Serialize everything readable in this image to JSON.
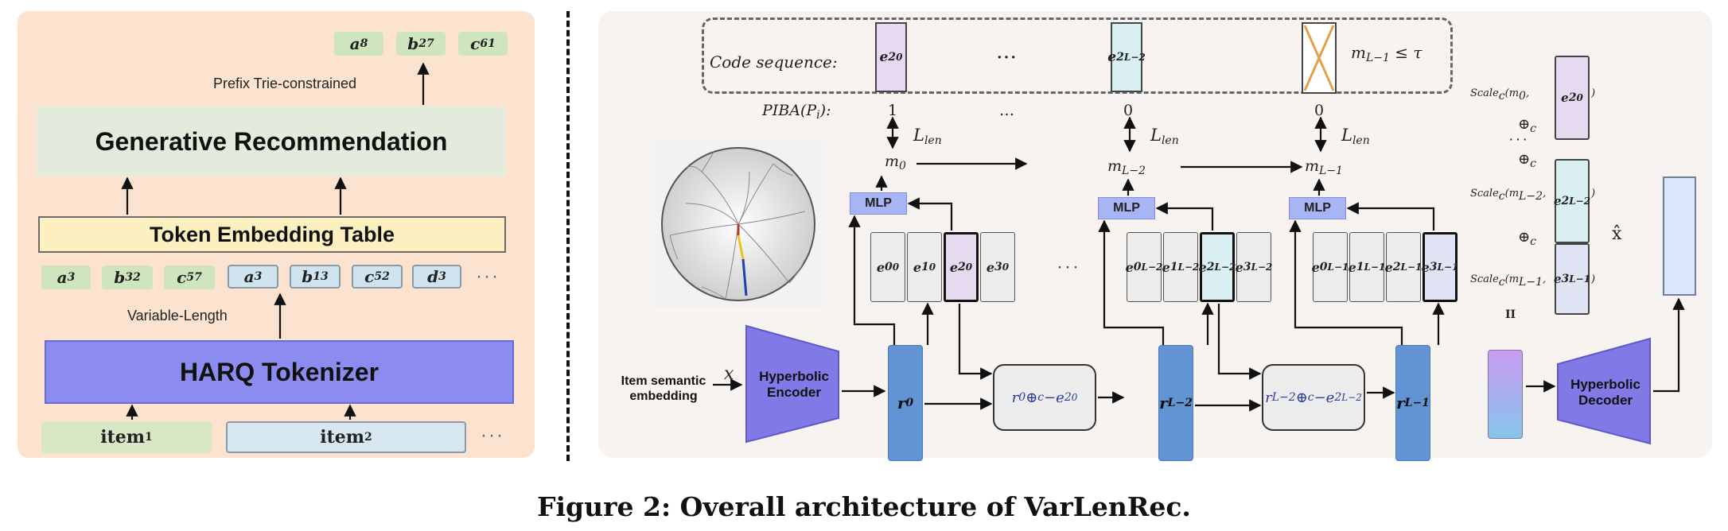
{
  "left": {
    "top_tokens": [
      {
        "base": "a",
        "sub": "8"
      },
      {
        "base": "b",
        "sub": "27"
      },
      {
        "base": "c",
        "sub": "61"
      }
    ],
    "prefix_label": "Prefix Trie-constrained",
    "generative_label": "Generative Recommendation",
    "embedding_label": "Token Embedding Table",
    "tokens_green": [
      {
        "base": "a",
        "sub": "3"
      },
      {
        "base": "b",
        "sub": "32"
      },
      {
        "base": "c",
        "sub": "57"
      }
    ],
    "tokens_blue": [
      {
        "base": "a",
        "sub": "3"
      },
      {
        "base": "b",
        "sub": "13"
      },
      {
        "base": "c",
        "sub": "52"
      },
      {
        "base": "d",
        "sub": "3"
      }
    ],
    "ellipsis": "···",
    "variable_label": "Variable-Length",
    "harq_label": "HARQ Tokenizer",
    "items": [
      {
        "base": "item",
        "sub": "1"
      },
      {
        "base": "item",
        "sub": "2"
      }
    ]
  },
  "right": {
    "code_sequence_label": "Code sequence:",
    "code_e_first": {
      "base": "e",
      "sub": "2",
      "sup": "0"
    },
    "code_e_mid": {
      "base": "e",
      "sub": "2",
      "sup": "L−2"
    },
    "mask_condition": "m",
    "mask_condition_sub": "L−1",
    "mask_condition_rhs": "≤ τ",
    "ellipsis_dots": "…",
    "piba_label": "PIBA(P",
    "piba_sub": "i",
    "piba_tail": "):",
    "piba_values": [
      "1",
      "…",
      "0",
      "0"
    ],
    "llen_base": "L",
    "llen_sub": "len",
    "m_labels": [
      {
        "base": "m",
        "sub": "0"
      },
      {
        "base": "m",
        "sub": "L−2"
      },
      {
        "base": "m",
        "sub": "L−1"
      }
    ],
    "mlp_label": "MLP",
    "codebook_0": [
      {
        "base": "e",
        "sub": "0",
        "sup": "0"
      },
      {
        "base": "e",
        "sub": "1",
        "sup": "0"
      },
      {
        "base": "e",
        "sub": "2",
        "sup": "0"
      },
      {
        "base": "e",
        "sub": "3",
        "sup": "0"
      }
    ],
    "codebook_L2": [
      {
        "base": "e",
        "sub": "0",
        "sup": "L−2"
      },
      {
        "base": "e",
        "sub": "1",
        "sup": "L−2"
      },
      {
        "base": "e",
        "sub": "2",
        "sup": "L−2"
      },
      {
        "base": "e",
        "sub": "3",
        "sup": "L−2"
      }
    ],
    "codebook_L1": [
      {
        "base": "e",
        "sub": "0",
        "sup": "L−1"
      },
      {
        "base": "e",
        "sub": "1",
        "sup": "L−1"
      },
      {
        "base": "e",
        "sub": "2",
        "sup": "L−1"
      },
      {
        "base": "e",
        "sub": "3",
        "sup": "L−1"
      }
    ],
    "mid_ellipsis": "···",
    "item_semantic_label": "Item semantic embedding",
    "x_label": "x",
    "encoder_label": "Hyperbolic Encoder",
    "decoder_label": "Hyperbolic Decoder",
    "r_labels": [
      {
        "base": "r",
        "sub": "0"
      },
      {
        "base": "r",
        "sub": "L−2"
      },
      {
        "base": "r",
        "sub": "L−1"
      }
    ],
    "op_0": {
      "left": "r",
      "left_sub": "0",
      "op": " ⊕",
      "op_sub": "c",
      "rhs": " −e",
      "rhs_sub": "2",
      "rhs_sup": "0"
    },
    "op_L2": {
      "left": "r",
      "left_sub": "L−2",
      "op": " ⊕",
      "op_sub": "c",
      "rhs": " −e",
      "rhs_sub": "2",
      "rhs_sup": "L−2"
    },
    "scale_rows": [
      {
        "fn": "Scale",
        "fn_sub": "c",
        "arg": "(m",
        "arg_sub": "0",
        "e_sub": "2",
        "e_sup": "0"
      },
      {
        "fn": "Scale",
        "fn_sub": "c",
        "arg": "(m",
        "arg_sub": "L−2",
        "e_sub": "2",
        "e_sup": "L−2"
      },
      {
        "fn": "Scale",
        "fn_sub": "c",
        "arg": "(m",
        "arg_sub": "L−1",
        "e_sub": "3",
        "e_sup": "L−1"
      }
    ],
    "oplus_c": "⊕",
    "oplus_sub": "c",
    "vdots": "···",
    "xhat_label": "x̂",
    "ii_mark": "II",
    "colors": {
      "accent_blue": "#6294d3",
      "mlp": "#a9b4f4",
      "encoder": "#8079e6",
      "purple_box": "#e6daf0",
      "cyan_box": "#d9eff2",
      "navy_box": "#dfe3f3"
    }
  },
  "caption": "Figure 2: Overall architecture of VarLenRec."
}
